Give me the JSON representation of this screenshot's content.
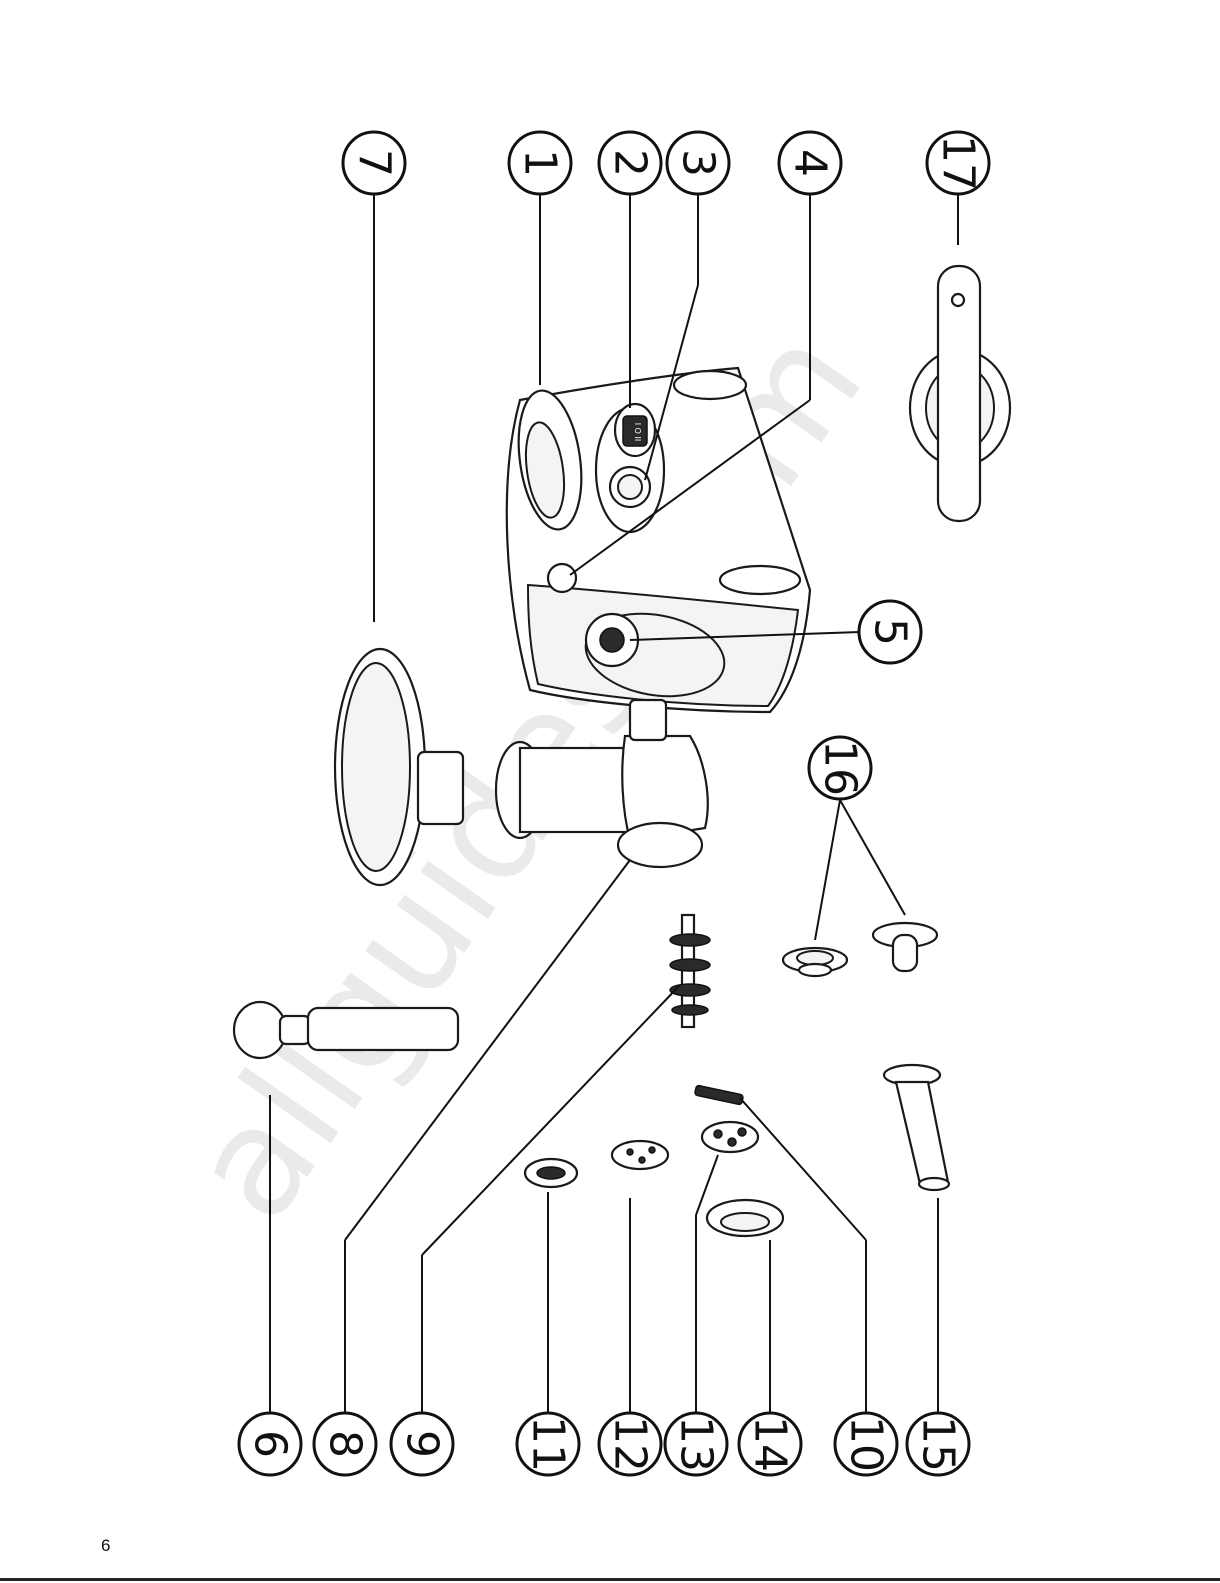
{
  "page": {
    "number": "6"
  },
  "watermark": {
    "text": "allguides.com"
  },
  "callouts": {
    "c1": "1",
    "c2": "2",
    "c3": "3",
    "c4": "4",
    "c5": "5",
    "c6": "6",
    "c7": "7",
    "c8": "8",
    "c9": "9",
    "c10": "10",
    "c11": "11",
    "c12": "12",
    "c13": "13",
    "c14": "14",
    "c15": "15",
    "c16": "16",
    "c17": "17"
  },
  "switch": {
    "labels": "I O II"
  }
}
